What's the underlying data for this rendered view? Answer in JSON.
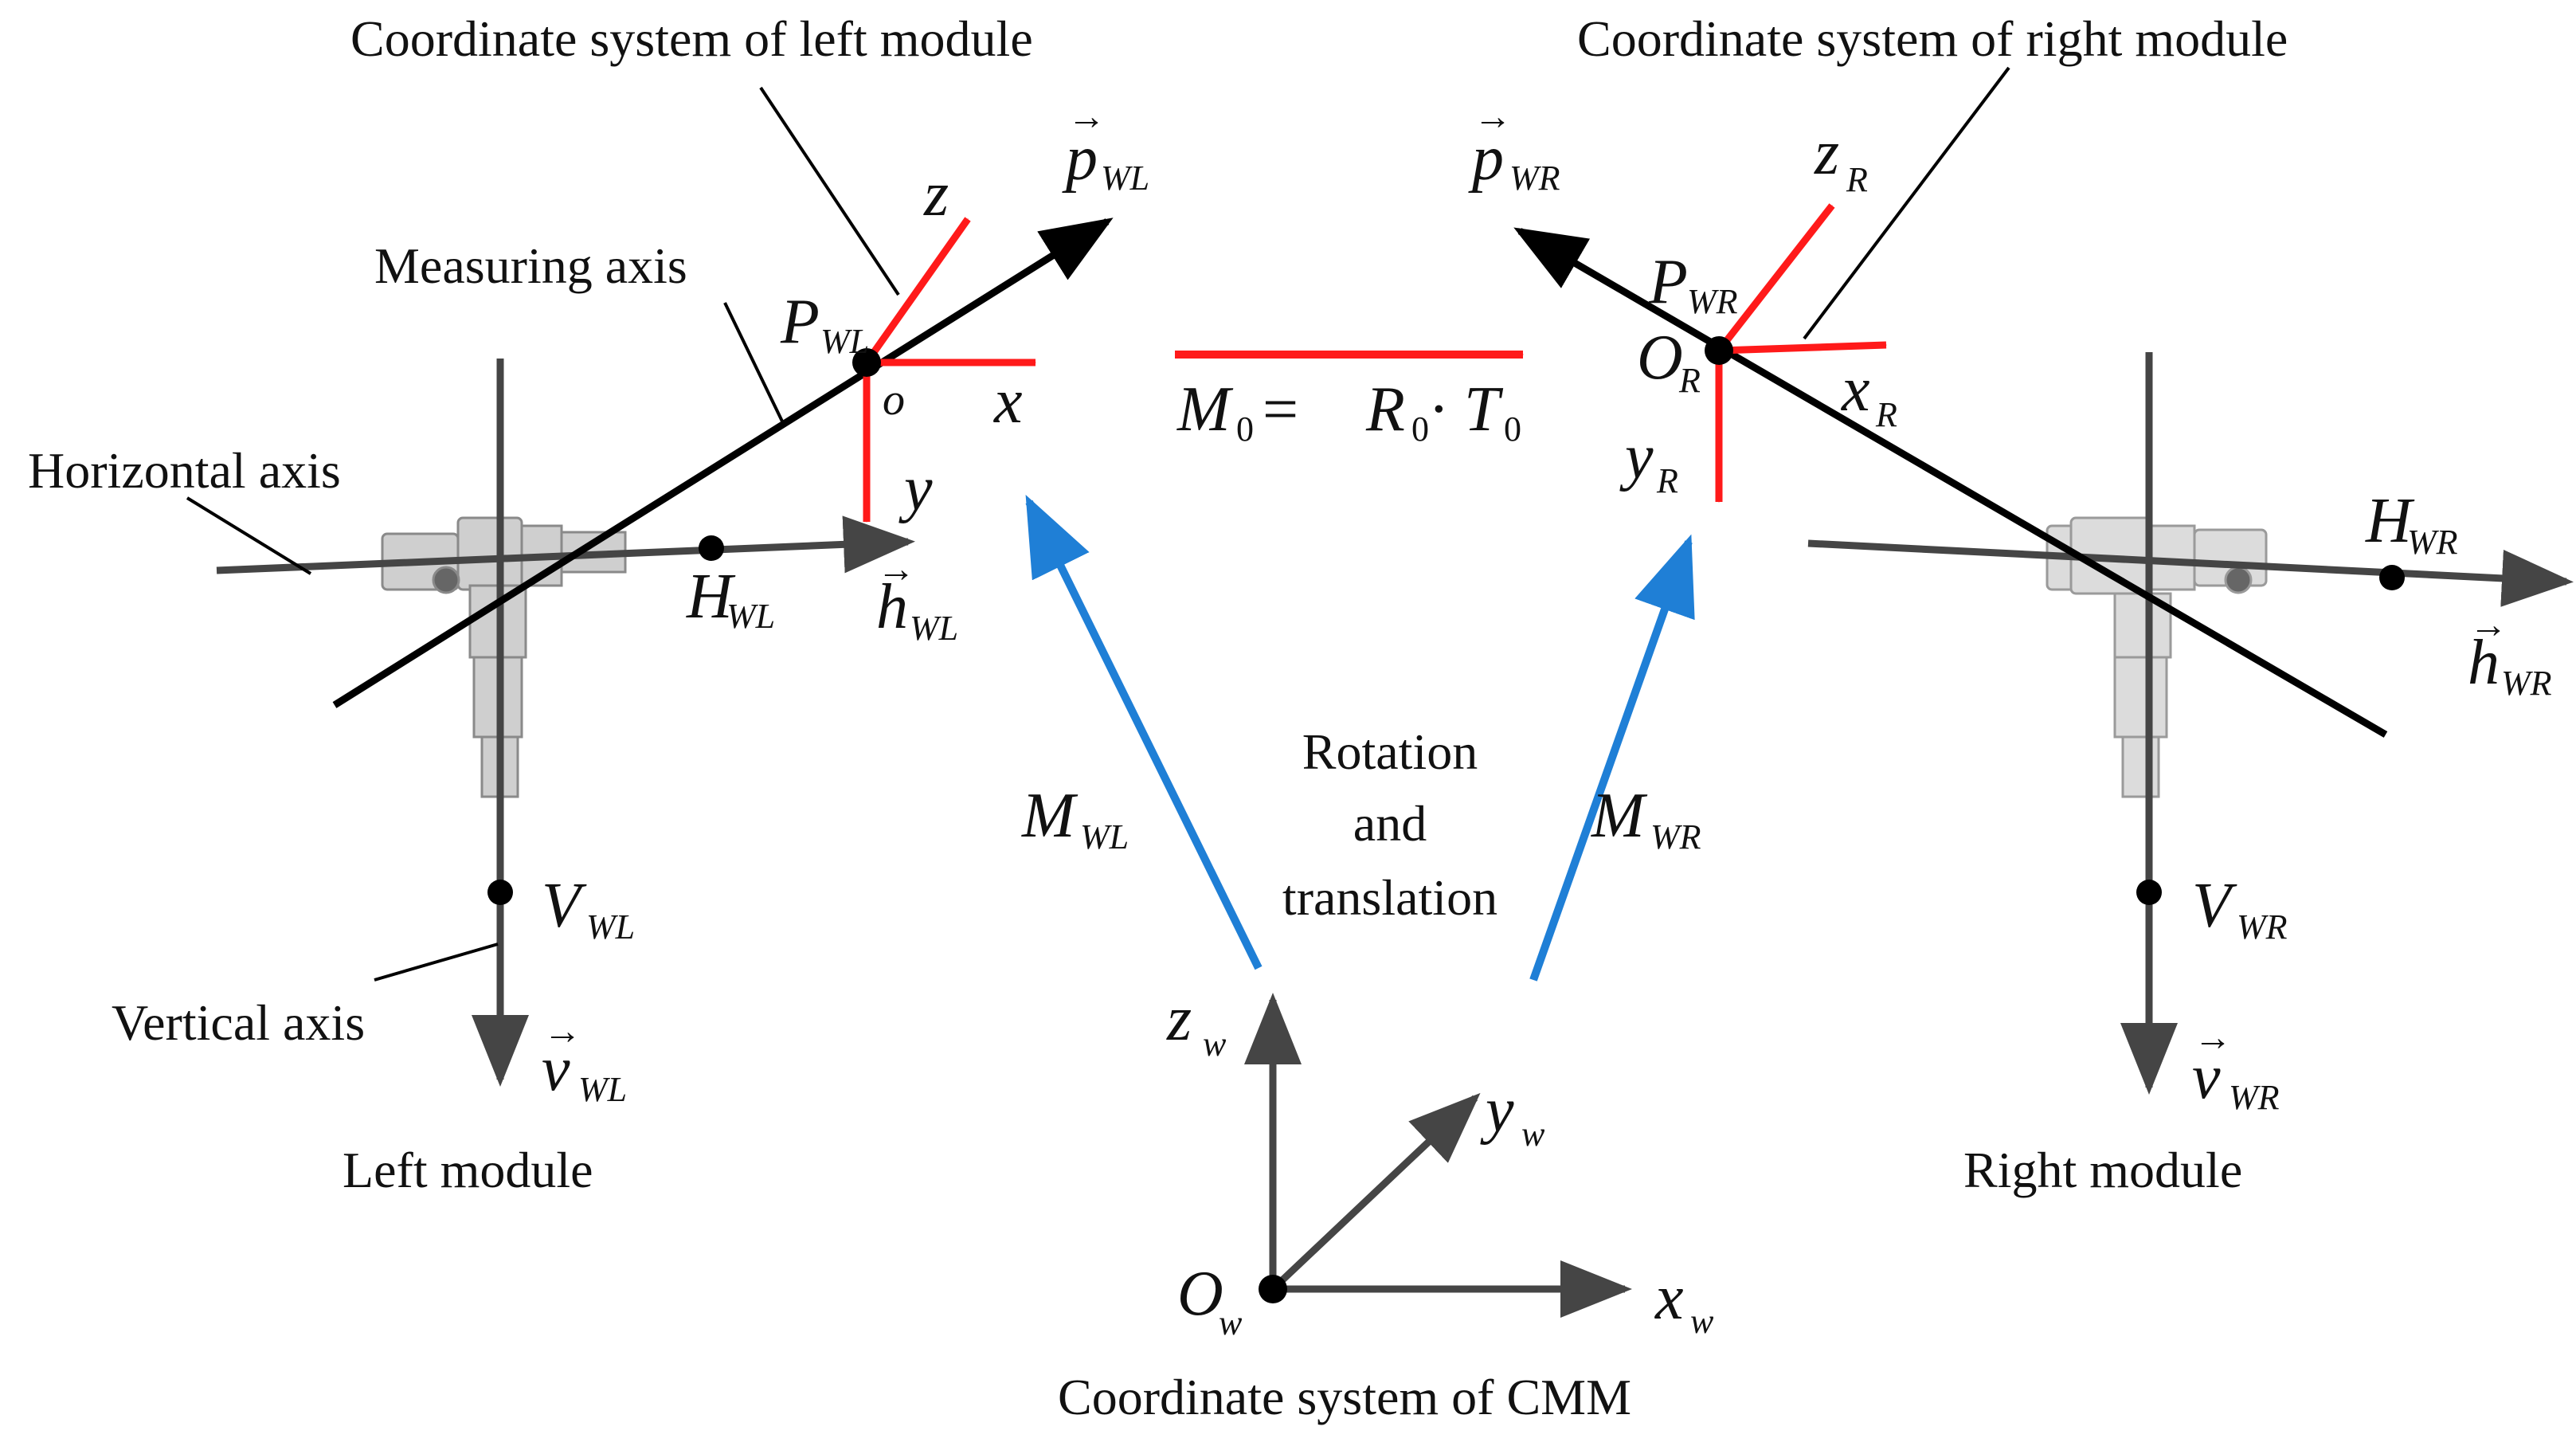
{
  "labels": {
    "cs_left": "Coordinate system of left  module",
    "cs_right": "Coordinate system of right  module",
    "measuring_axis": "Measuring axis",
    "horizontal_axis": "Horizontal axis",
    "vertical_axis": "Vertical axis",
    "left_module": "Left  module",
    "right_module": "Right  module",
    "rotation": "Rotation",
    "and": "and",
    "translation": "translation",
    "cs_cmm": "Coordinate system of CMM"
  },
  "math": {
    "p": "p",
    "h": "h",
    "v": "v",
    "P": "P",
    "H": "H",
    "V": "V",
    "M": "M",
    "O": "O",
    "x": "x",
    "y": "y",
    "z": "z",
    "o": "o",
    "WL": "WL",
    "WR": "WR",
    "R": "R",
    "w": "w",
    "eq_M": "M",
    "eq_sub0": "0",
    "eq_mid": " = ",
    "eq_R": "R",
    "eq_dot": " ·",
    "eq_T": "T"
  },
  "colors": {
    "red": "#ff1a1a",
    "blue": "#1f7fd6",
    "dark": "#454545",
    "black": "#000000"
  }
}
